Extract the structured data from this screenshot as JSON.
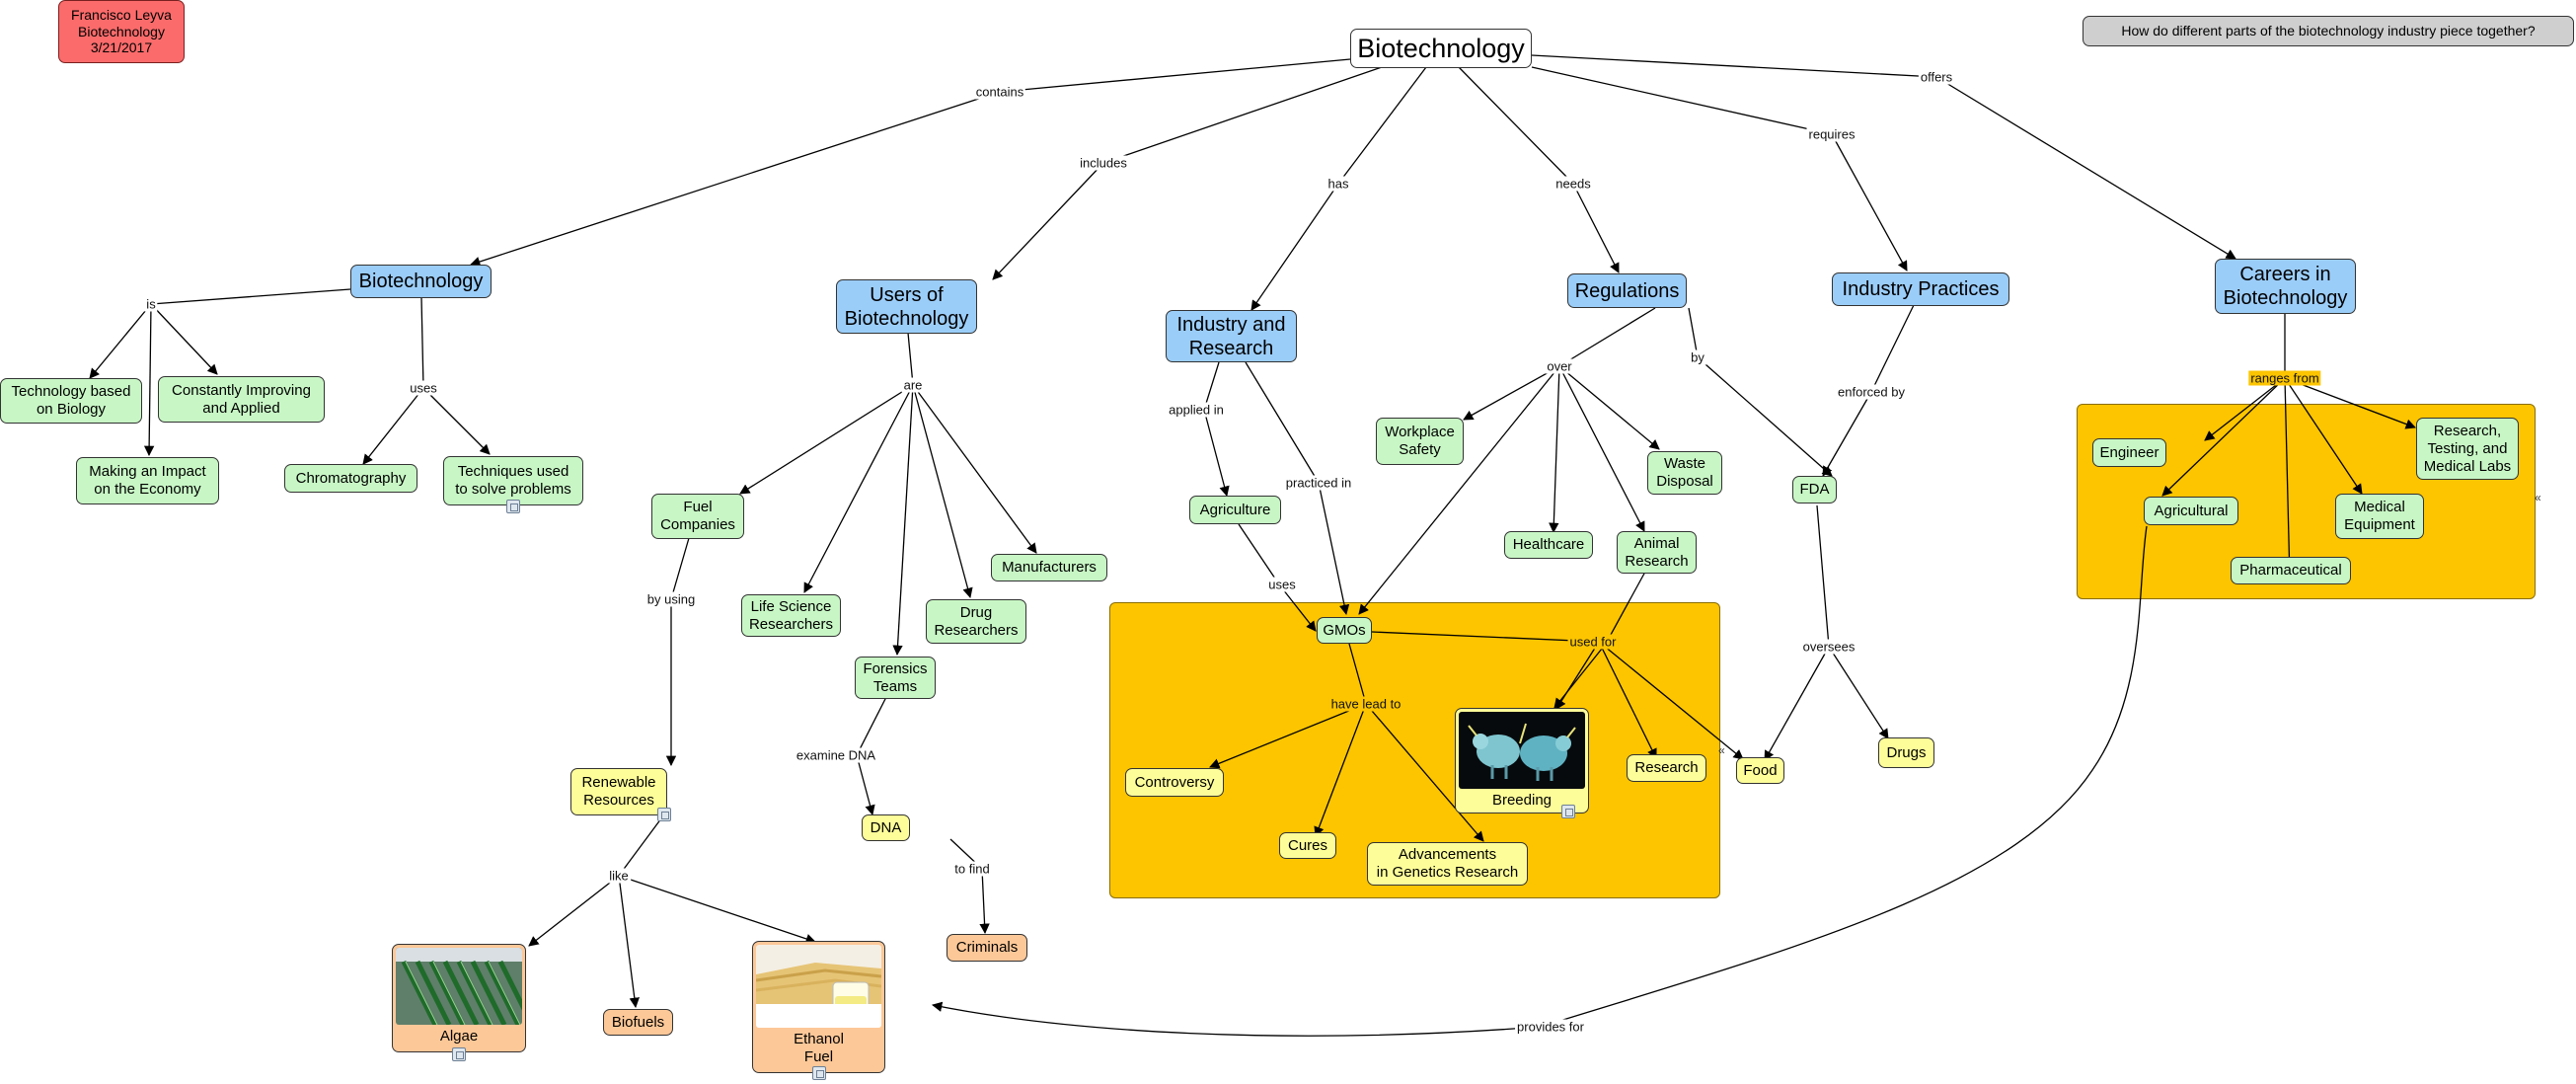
{
  "root": "Biotechnology",
  "author_note": {
    "name": "Francisco Leyva",
    "topic": "Biotechnology",
    "date": "3/21/2017"
  },
  "focus_question": "How do different parts of the biotechnology industry piece together?",
  "nodes": {
    "biotech_def": "Biotechnology",
    "users": "Users of\nBiotechnology",
    "industry_research": "Industry and\nResearch",
    "regulations": "Regulations",
    "industry_practices": "Industry Practices",
    "careers": "Careers in\nBiotechnology",
    "tech_biology": "Technology based\non Biology",
    "constantly_improving": "Constantly Improving\nand Applied",
    "impact_economy": "Making an Impact\non the Economy",
    "chromatography": "Chromatography",
    "techniques": "Techniques used\nto solve problems",
    "fuel_companies": "Fuel\nCompanies",
    "life_science": "Life Science\nResearchers",
    "forensics": "Forensics\nTeams",
    "drug_researchers": "Drug\nResearchers",
    "manufacturers": "Manufacturers",
    "renewable": "Renewable\nResources",
    "dna": "DNA",
    "criminals": "Criminals",
    "algae": "Algae",
    "biofuels": "Biofuels",
    "ethanol": "Ethanol\nFuel",
    "agriculture": "Agriculture",
    "gmos": "GMOs",
    "controversy": "Controversy",
    "cures": "Cures",
    "advancements": "Advancements\nin Genetics Research",
    "breeding": "Breeding",
    "research": "Research",
    "workplace_safety": "Workplace\nSafety",
    "healthcare": "Healthcare",
    "animal_research": "Animal\nResearch",
    "waste_disposal": "Waste\nDisposal",
    "fda": "FDA",
    "food": "Food",
    "drugs": "Drugs",
    "engineer": "Engineer",
    "agricultural": "Agricultural",
    "pharmaceutical": "Pharmaceutical",
    "medical_equipment": "Medical\nEquipment",
    "research_testing": "Research,\nTesting, and\nMedical Labs"
  },
  "links": {
    "contains": "contains",
    "includes": "includes",
    "has": "has",
    "needs": "needs",
    "requires": "requires",
    "offers": "offers",
    "is": "is",
    "uses": "uses",
    "are": "are",
    "by_using": "by using",
    "like": "like",
    "examine_dna": "examine DNA",
    "to_find": "to find",
    "applied_in": "applied in",
    "practiced_in": "practiced in",
    "uses2": "uses",
    "have_lead_to": "have lead to",
    "used_for": "used for",
    "over": "over",
    "by": "by",
    "enforced_by": "enforced by",
    "oversees": "oversees",
    "ranges_from": "ranges from",
    "provides_for": "provides for"
  },
  "colors": {
    "concept_blue": "#9bcdf9",
    "concept_green": "#c8f7c5",
    "concept_yellow": "#fdfd9a",
    "concept_orange": "#fdc898",
    "note_red": "#fb6b6b",
    "group_gold": "#fcc500",
    "question_grey": "#cfcfcf"
  },
  "icons": [
    "resource-icon",
    "expand-icon"
  ]
}
